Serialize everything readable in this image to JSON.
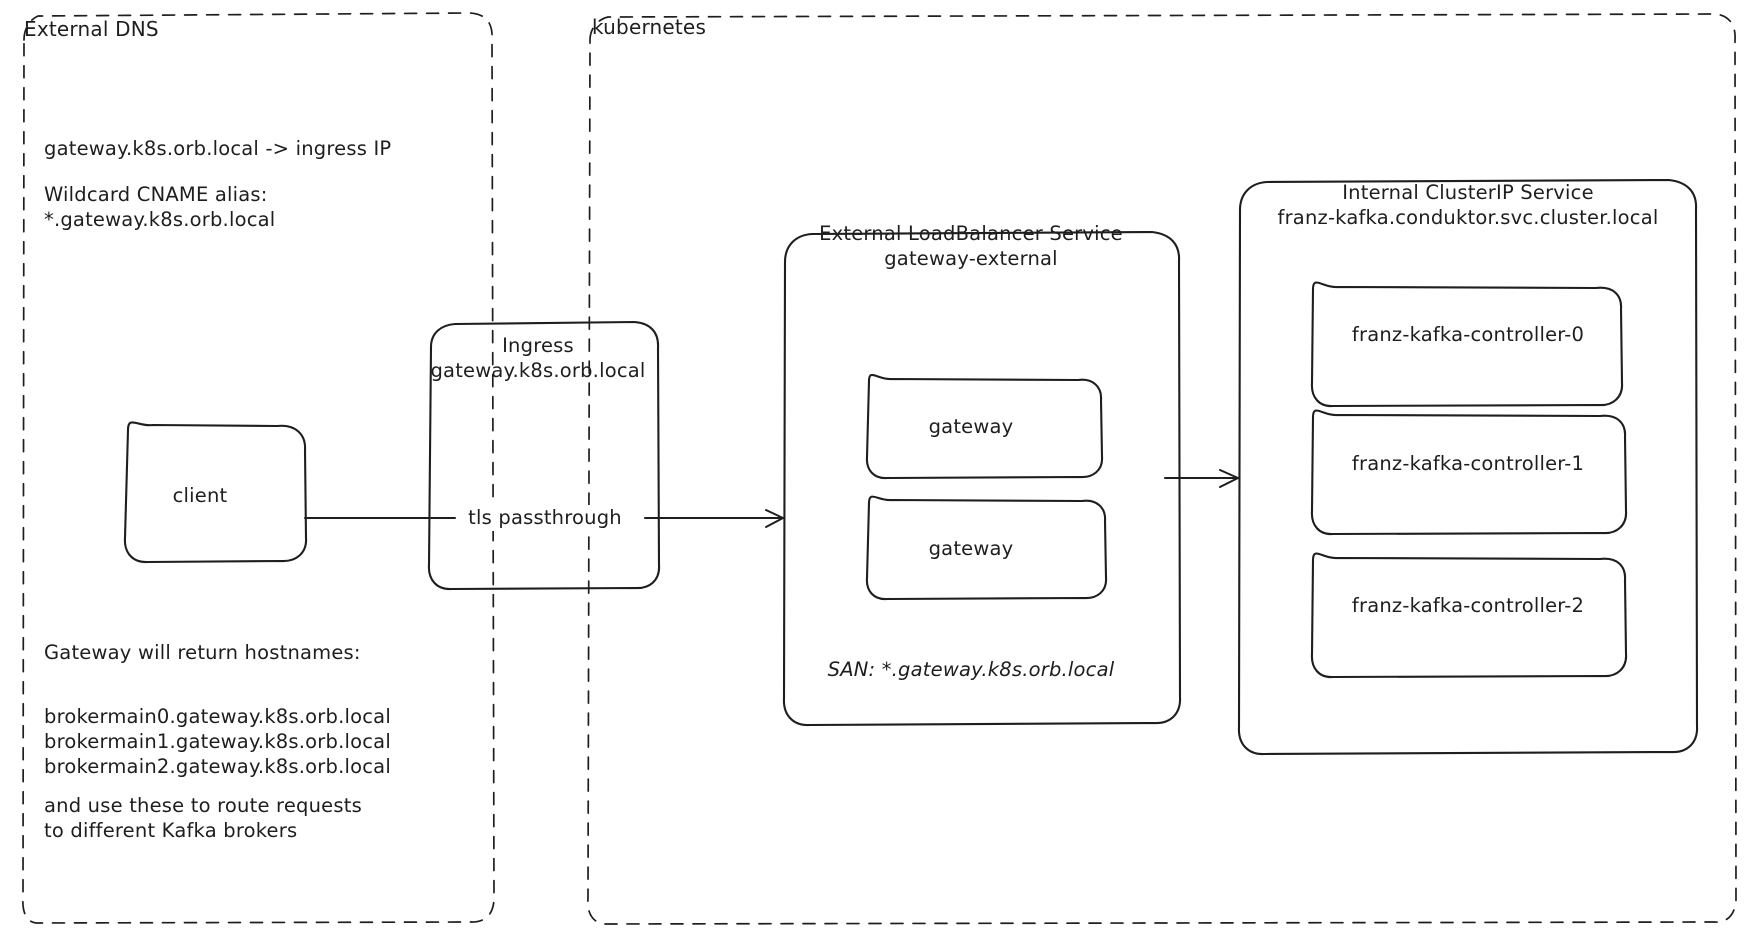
{
  "diagram": {
    "title_hidden": "",
    "style": {
      "stroke": "#1e1e1e",
      "background": "#ffffff",
      "dashed_stroke": "#868e96"
    },
    "groups": [
      {
        "name": "external-dns",
        "label": "External DNS",
        "dashed": true
      },
      {
        "name": "kubernetes",
        "label": "kubernetes",
        "dashed": true
      }
    ],
    "external_dns_notes": [
      "gateway.k8s.orb.local -> ingress IP",
      "Wildcard CNAME alias:",
      "*.gateway.k8s.orb.local",
      "Gateway will return hostnames:",
      "brokermain0.gateway.k8s.orb.local",
      "brokermain1.gateway.k8s.orb.local",
      "brokermain2.gateway.k8s.orb.local",
      "and use these to route requests",
      "to different Kafka brokers"
    ],
    "notes": {
      "dns_mapping": "gateway.k8s.orb.local -> ingress IP",
      "wildcard_line1": "Wildcard CNAME alias:",
      "wildcard_line2": "*.gateway.k8s.orb.local",
      "hostnames_heading": "Gateway will return hostnames:",
      "hostname_0": "brokermain0.gateway.k8s.orb.local",
      "hostname_1": "brokermain1.gateway.k8s.orb.local",
      "hostname_2": "brokermain2.gateway.k8s.orb.local",
      "routing_line1": "and use these to route requests",
      "routing_line2": "to different Kafka brokers"
    },
    "nodes": {
      "client": {
        "label": "client"
      },
      "ingress": {
        "line1": "Ingress",
        "line2": "gateway.k8s.orb.local"
      },
      "loadbalancer": {
        "line1": "External LoadBalancer Service",
        "line2": "gateway-external",
        "san": "SAN: *.gateway.k8s.orb.local",
        "pods": [
          "gateway",
          "gateway"
        ]
      },
      "clusterip": {
        "line1": "Internal ClusterIP Service",
        "line2": "franz-kafka.conduktor.svc.cluster.local",
        "pods": [
          "franz-kafka-controller-0",
          "franz-kafka-controller-1",
          "franz-kafka-controller-2"
        ]
      }
    },
    "edges": [
      {
        "name": "client-to-ingress-to-lb",
        "label": "tls passthrough"
      },
      {
        "name": "lb-to-clusterip",
        "label": ""
      }
    ]
  }
}
